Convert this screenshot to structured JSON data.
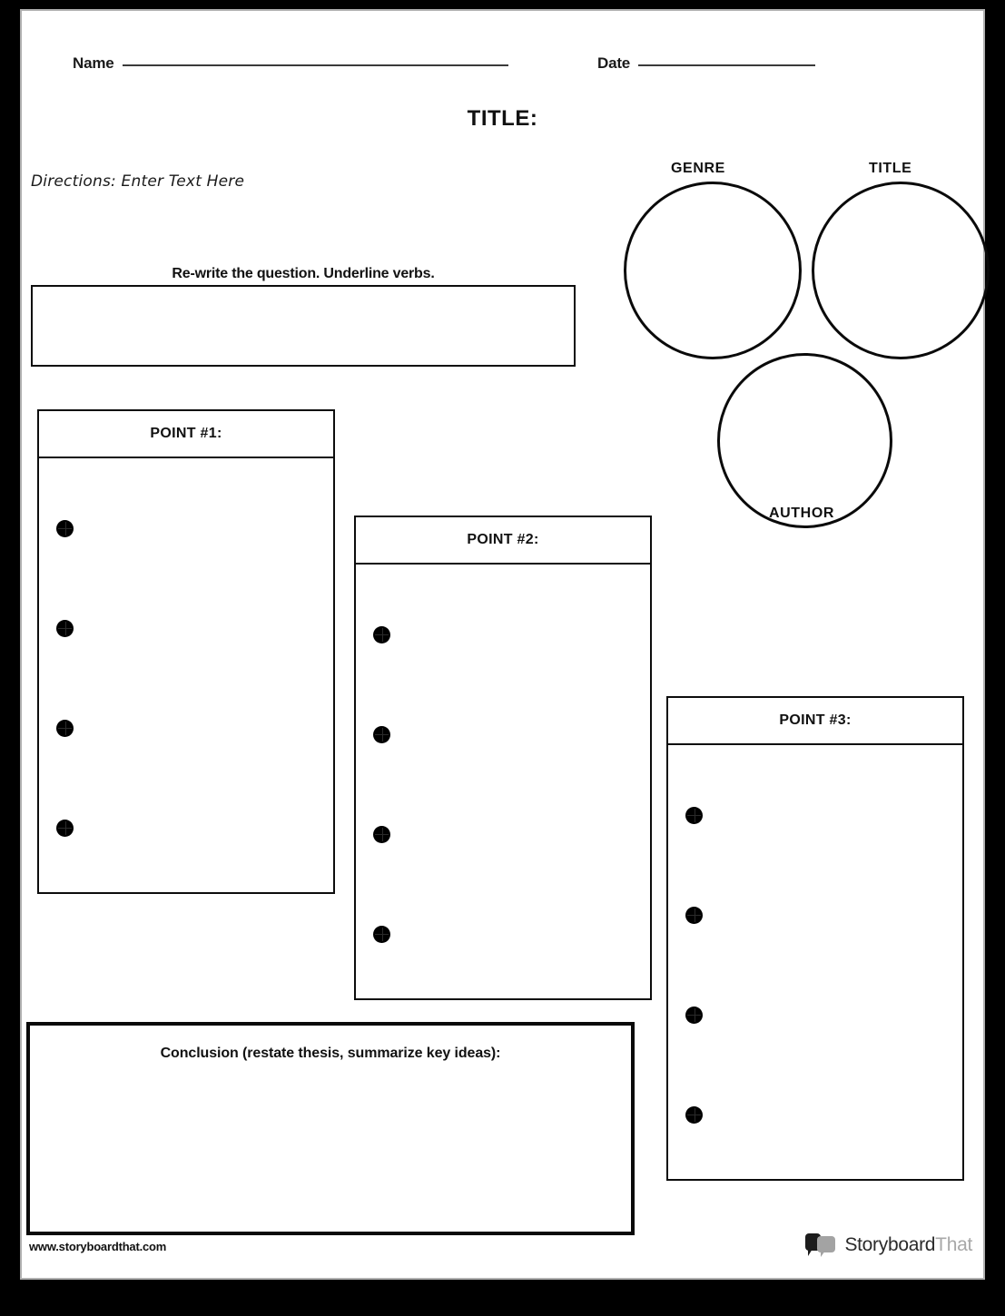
{
  "page": {
    "background_color": "#000000",
    "sheet_color": "#ffffff",
    "ink_color": "#0d0d0d"
  },
  "header": {
    "name_label": "Name",
    "date_label": "Date",
    "title_heading": "TITLE:"
  },
  "directions": {
    "text": "Directions: Enter Text Here"
  },
  "rewrite": {
    "label": "Re-write the question. Underline verbs."
  },
  "venn": {
    "labels": {
      "genre": "GENRE",
      "title": "TITLE",
      "author": "AUTHOR"
    }
  },
  "points": [
    {
      "header": "POINT #1:",
      "bullet_count": 4
    },
    {
      "header": "POINT #2:",
      "bullet_count": 4
    },
    {
      "header": "POINT #3:",
      "bullet_count": 4
    }
  ],
  "conclusion": {
    "label": "Conclusion (restate thesis, summarize key ideas):"
  },
  "footer": {
    "url": "www.storyboardthat.com",
    "logo_word_primary": "Storyboard",
    "logo_word_secondary": "That",
    "logo_primary_color": "#2b2b2b",
    "logo_secondary_color": "#a8a8a8"
  }
}
